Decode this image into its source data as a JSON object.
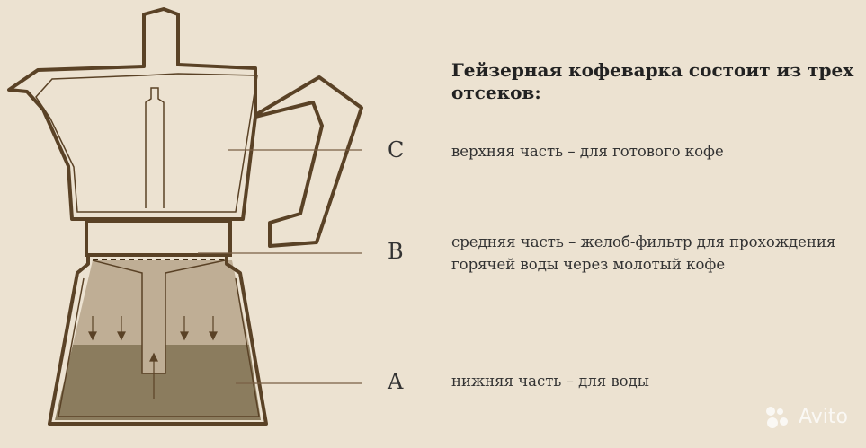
{
  "title": "Гейзерная кофеварка состоит из трех отсеков:",
  "parts": [
    {
      "letter": "C",
      "description": "верхняя часть – для готового кофе"
    },
    {
      "letter": "B",
      "description": "средняя часть – желоб-фильтр для прохождения горячей воды через молотый кофе"
    },
    {
      "letter": "A",
      "description": "нижняя часть – для воды"
    }
  ],
  "watermark": "Avito",
  "colors": {
    "background": "#ece2d1",
    "outline": "#5a4226",
    "upper_liquid": "#bfae95",
    "lower_liquid": "#8b7c5e"
  }
}
